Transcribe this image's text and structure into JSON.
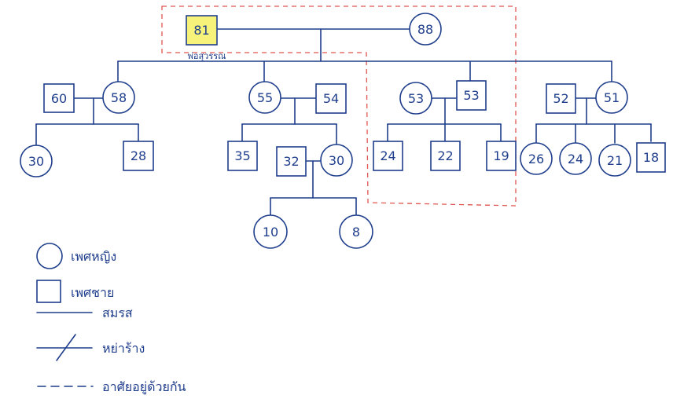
{
  "people": {
    "p81": "81",
    "p88": "88",
    "p60": "60",
    "p58": "58",
    "p30a": "30",
    "p28": "28",
    "p55": "55",
    "p54": "54",
    "p35": "35",
    "p32": "32",
    "p30b": "30",
    "p10": "10",
    "p8": "8",
    "p53f": "53",
    "p53m": "53",
    "p24a": "24",
    "p22": "22",
    "p19": "19",
    "p52": "52",
    "p51": "51",
    "p26": "26",
    "p24b": "24",
    "p21": "21",
    "p18": "18"
  },
  "caption": {
    "household_head": "พ่อสุวรรณ"
  },
  "legend": {
    "female": "เพศหญิง",
    "male": "เพศชาย",
    "married": "สมรส",
    "divorced": "หย่าร้าง",
    "cohabit": "อาศัยอยู่ด้วยกัน"
  },
  "colors": {
    "line": "#1f3e8c",
    "household_box": "#e0554f",
    "highlight": "#f6f27a"
  }
}
